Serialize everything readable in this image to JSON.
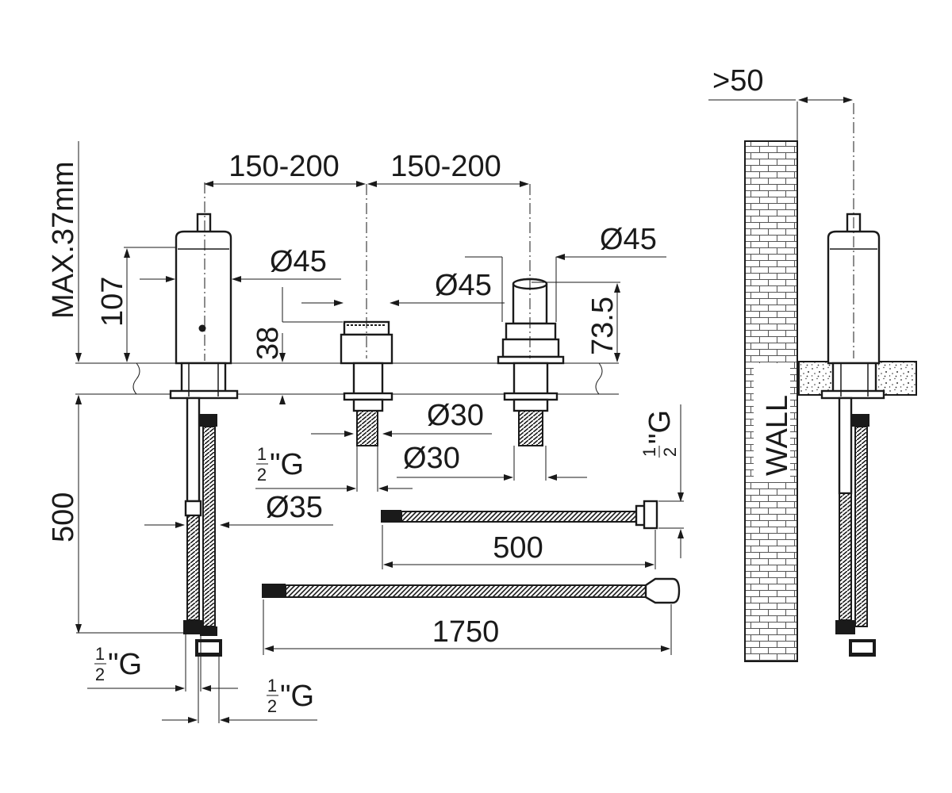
{
  "dimensions": {
    "max_thickness": "MAX.37mm",
    "spacing_left": "150-200",
    "spacing_right": "150-200",
    "diam_spout": "Ø45",
    "diam_mid": "Ø45",
    "diam_right": "Ø45",
    "height_spout": "107",
    "height_38": "38",
    "height_73": "73.5",
    "diam_30_upper": "Ø30",
    "diam_30_lower": "Ø30",
    "diam_35": "Ø35",
    "length_500": "500",
    "hose_500": "500",
    "hose_1750": "1750",
    "wall_gap": ">50",
    "wall_label": "WALL"
  },
  "thread": {
    "numerator": "1",
    "denominator": "2",
    "suffix": "\"G",
    "suffix_rotated": "\"G"
  }
}
